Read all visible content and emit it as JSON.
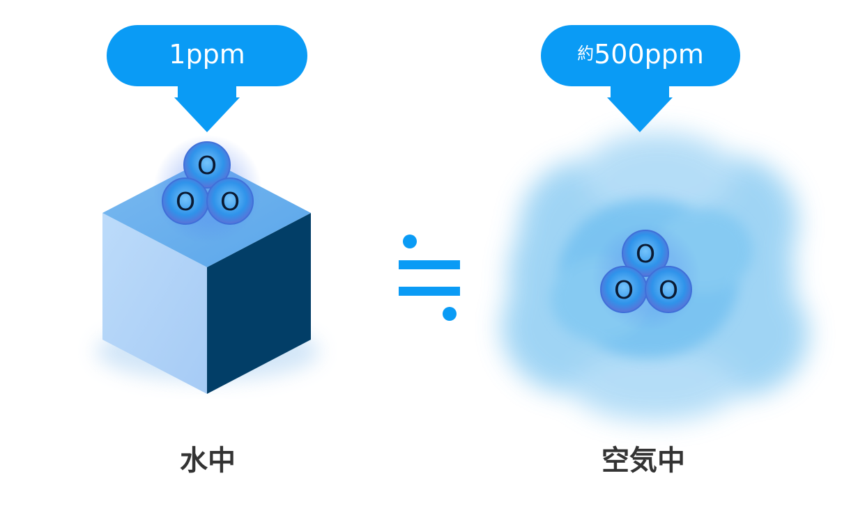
{
  "left_panel": {
    "callout_text": "1ppm",
    "caption": "水中",
    "molecule_atoms": [
      "O",
      "O",
      "O"
    ]
  },
  "right_panel": {
    "callout_prefix": "約",
    "callout_text": "500ppm",
    "caption": "空気中",
    "molecule_atoms": [
      "O",
      "O",
      "O"
    ]
  },
  "relation_symbol": "approximately-equal-icon",
  "colors": {
    "callout_blue": "#0a9bf5",
    "cube_top": "#6ab0ee",
    "cube_left": "#b3d5f8",
    "cube_right": "#023e67",
    "cloud": "#7cc4f0",
    "atom_blue": "#2a8ee8",
    "caption_text": "#333333"
  }
}
